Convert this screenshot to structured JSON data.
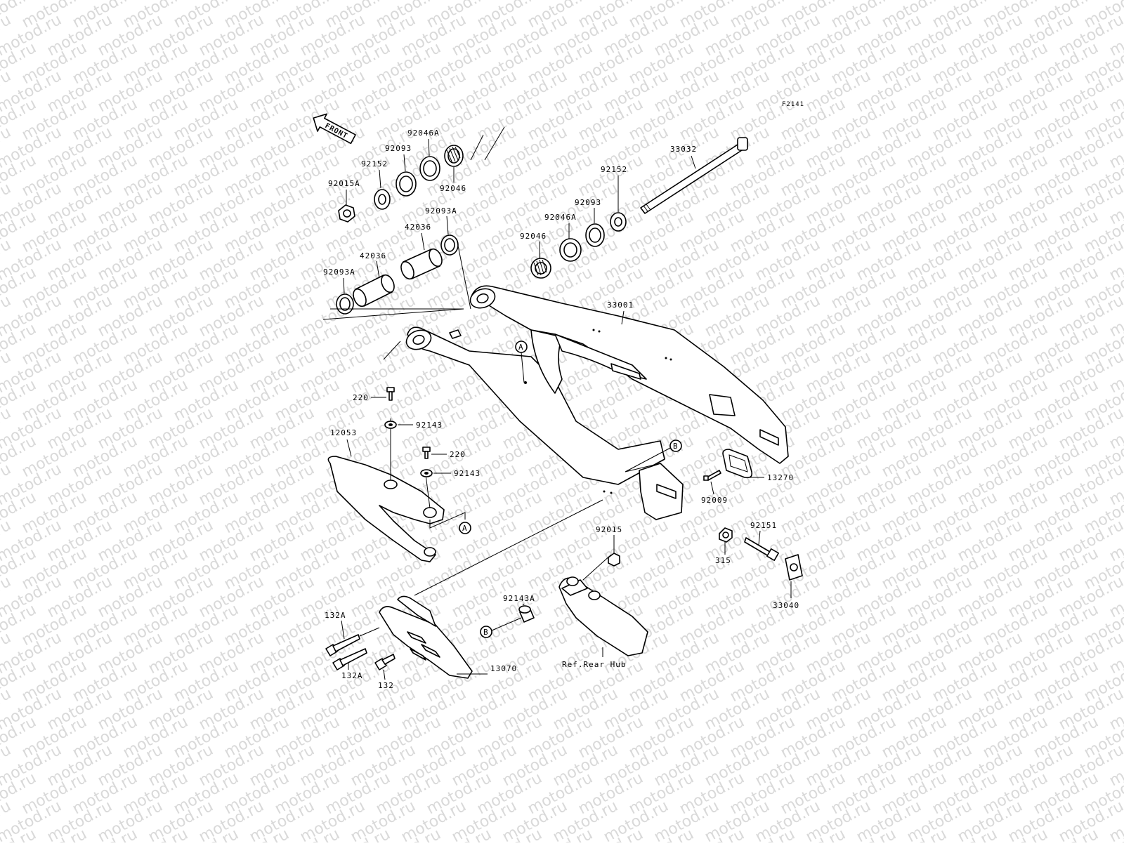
{
  "watermark": "motod.ru",
  "figure_code": "F2141",
  "front_arrow_label": "FRONT",
  "ref_note": "Ref.Rear Hub",
  "ref_markers": {
    "a": "A",
    "b": "B"
  },
  "parts": {
    "p92015a": "92015A",
    "p92152_left": "92152",
    "p92093_left": "92093",
    "p92046a_left": "92046A",
    "p92046_left": "92046",
    "p42036_upper": "42036",
    "p92093a_upper": "92093A",
    "p42036_lower": "42036",
    "p92093a_lower": "92093A",
    "p33032": "33032",
    "p92152_right": "92152",
    "p92093_right": "92093",
    "p92046a_right": "92046A",
    "p92046_right": "92046",
    "p33001": "33001",
    "p220_upper": "220",
    "p92143_upper": "92143",
    "p12053": "12053",
    "p220_lower": "220",
    "p92143_lower": "92143",
    "p13270": "13270",
    "p92009": "92009",
    "p92151": "92151",
    "p315": "315",
    "p33040": "33040",
    "p92015": "92015",
    "p92143a": "92143A",
    "p132a_upper": "132A",
    "p132a_lower": "132A",
    "p132": "132",
    "p13070": "13070"
  },
  "colors": {
    "line": "#000000",
    "background": "#ffffff",
    "watermark": "#d9d9d9"
  }
}
